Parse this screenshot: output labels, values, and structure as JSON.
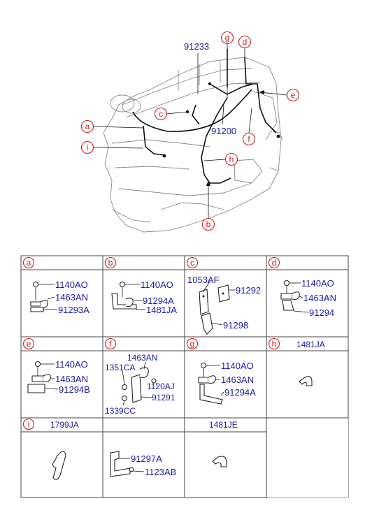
{
  "overview": {
    "part_labels": [
      "91233",
      "91200"
    ],
    "refs": [
      "a",
      "b",
      "c",
      "d",
      "e",
      "f",
      "g",
      "h",
      "i"
    ]
  },
  "table": {
    "cells": [
      {
        "ref": "a",
        "title": "",
        "parts": [
          "1140AO",
          "1463AN",
          "91293A"
        ]
      },
      {
        "ref": "b",
        "title": "",
        "parts": [
          "1140AO",
          "91294A",
          "1481JA"
        ]
      },
      {
        "ref": "c",
        "title": "",
        "parts": [
          "1053AF",
          "91292",
          "91298"
        ]
      },
      {
        "ref": "d",
        "title": "",
        "parts": [
          "1140AO",
          "1463AN",
          "91294"
        ]
      },
      {
        "ref": "e",
        "title": "",
        "parts": [
          "1140AO",
          "1463AN",
          "91294B"
        ]
      },
      {
        "ref": "f",
        "title": "",
        "parts": [
          "1463AN",
          "1351CA",
          "1120AJ",
          "91291",
          "1339CC"
        ]
      },
      {
        "ref": "g",
        "title": "",
        "parts": [
          "1140AO",
          "1463AN",
          "91294A"
        ]
      },
      {
        "ref": "h",
        "title": "1481JA",
        "parts": []
      },
      {
        "ref": "i",
        "title": "1799JA",
        "parts": []
      },
      {
        "ref": "",
        "title": "",
        "parts": [
          "91297A",
          "1123AB"
        ]
      },
      {
        "ref": "",
        "title": "1481JE",
        "parts": []
      }
    ]
  }
}
